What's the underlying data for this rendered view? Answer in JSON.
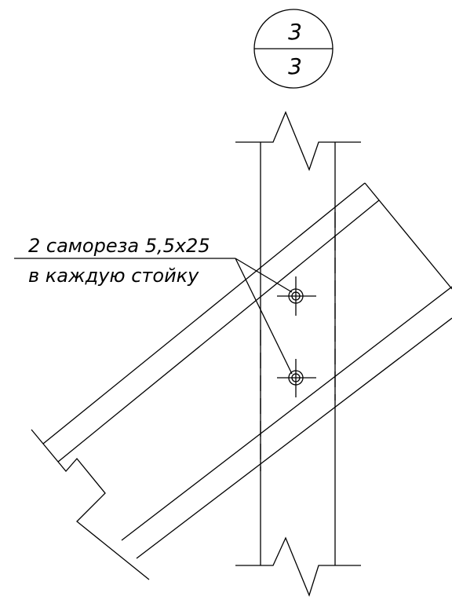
{
  "section_marker": {
    "numerator": "3",
    "denominator": "3"
  },
  "leader_note": {
    "line1": "2 самореза 5,5х25",
    "line2": "в каждую стойку"
  }
}
